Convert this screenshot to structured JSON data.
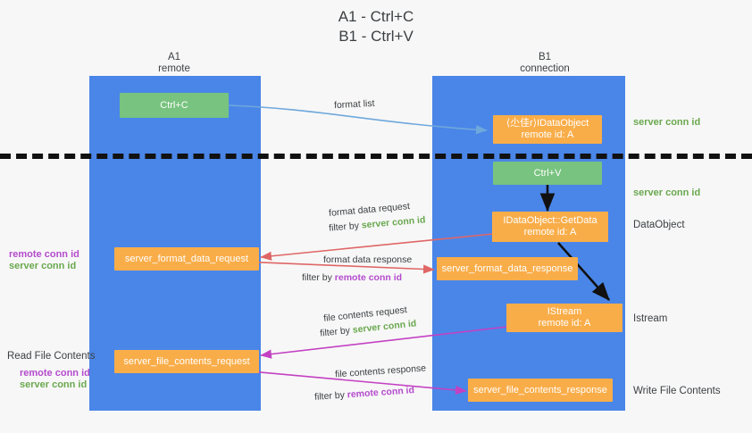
{
  "title": {
    "line1": "A1 - Ctrl+C",
    "line2": "B1 - Ctrl+V"
  },
  "lanes": [
    {
      "name": "A1",
      "sub": "remote"
    },
    {
      "name": "B1",
      "sub": "connection"
    }
  ],
  "boxes": {
    "ctrl_c": "Ctrl+C",
    "ctrl_v": "Ctrl+V",
    "idataobject": {
      "line1": "⟨尐佳r⟩IDataObject",
      "line2": "remote id: A"
    },
    "getdata": {
      "line1": "IDataObject::GetData",
      "line2": "remote id: A"
    },
    "istream": {
      "line1": "IStream",
      "line2": "remote id: A"
    },
    "server_format_data_request": "server_format_data_request",
    "server_format_data_response": "server_format_data_response",
    "server_file_contents_request": "server_file_contents_request",
    "server_file_contents_response": "server_file_contents_response"
  },
  "arrow_labels": {
    "format_list": "format list",
    "format_data_request": "format data request",
    "format_data_request_filter_prefix": "filter by ",
    "format_data_request_filter_value": "server conn id",
    "format_data_response": "format data response",
    "format_data_response_filter_prefix": "filter by ",
    "format_data_response_filter_value": "remote conn id",
    "file_contents_request": "file contents request",
    "file_contents_request_filter_prefix": "filter by ",
    "file_contents_request_filter_value": "server conn id",
    "file_contents_response": "file contents response",
    "file_contents_response_filter_prefix": "filter by ",
    "file_contents_response_filter_value": "remote conn id"
  },
  "right_labels": {
    "server_conn_id_top": "server conn id",
    "server_conn_id_mid": "server conn id",
    "dataobject": "DataObject",
    "istream": "Istream",
    "write_file_contents": "Write File Contents"
  },
  "left_labels": {
    "remote_conn_id_1": "remote conn id",
    "server_conn_id_1": "server conn id",
    "read_file_contents": "Read File Contents",
    "remote_conn_id_2": "remote conn id",
    "server_conn_id_2": "server conn id"
  },
  "colors": {
    "lane": "#4a86e8",
    "orange": "#f9ad49",
    "green_box": "#78c37f",
    "green_text": "#6aa84f",
    "magenta_text": "#b44bcd",
    "arrow_blue": "#6fa8dc",
    "arrow_red": "#e06666",
    "arrow_magenta": "#c341c3",
    "arrow_black": "#111111",
    "background": "#f7f7f7"
  }
}
